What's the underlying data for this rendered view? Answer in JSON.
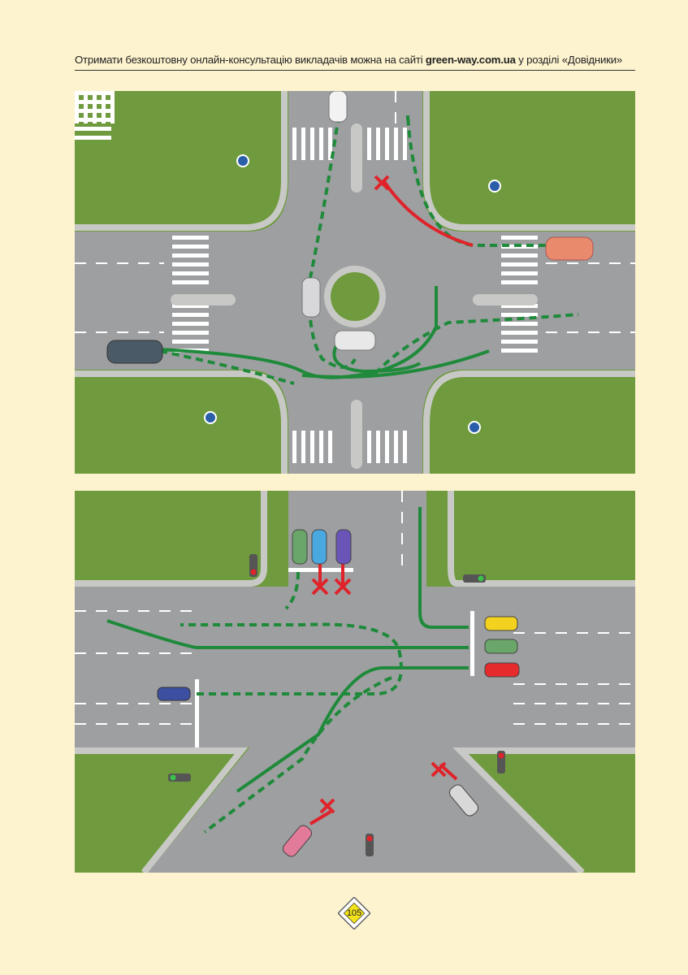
{
  "header": {
    "text_before": "Отримати безкоштовну онлайн-консультацію викладачів можна на сайті ",
    "site": "green-way.com.ua",
    "text_after": " у розділі «Довідники»"
  },
  "figures": [
    {
      "id": "roundabout",
      "type": "intersection-illustration"
    },
    {
      "id": "traffic-light-intersection",
      "type": "intersection-illustration"
    }
  ],
  "colors": {
    "allowed_path": "#1e8a3a",
    "forbidden_path": "#e0232a",
    "grass": "#6f9b3e",
    "road": "#9d9fa1",
    "page": "#fdf3cf",
    "sign_yellow": "#f2e21b"
  },
  "page_number": "105"
}
